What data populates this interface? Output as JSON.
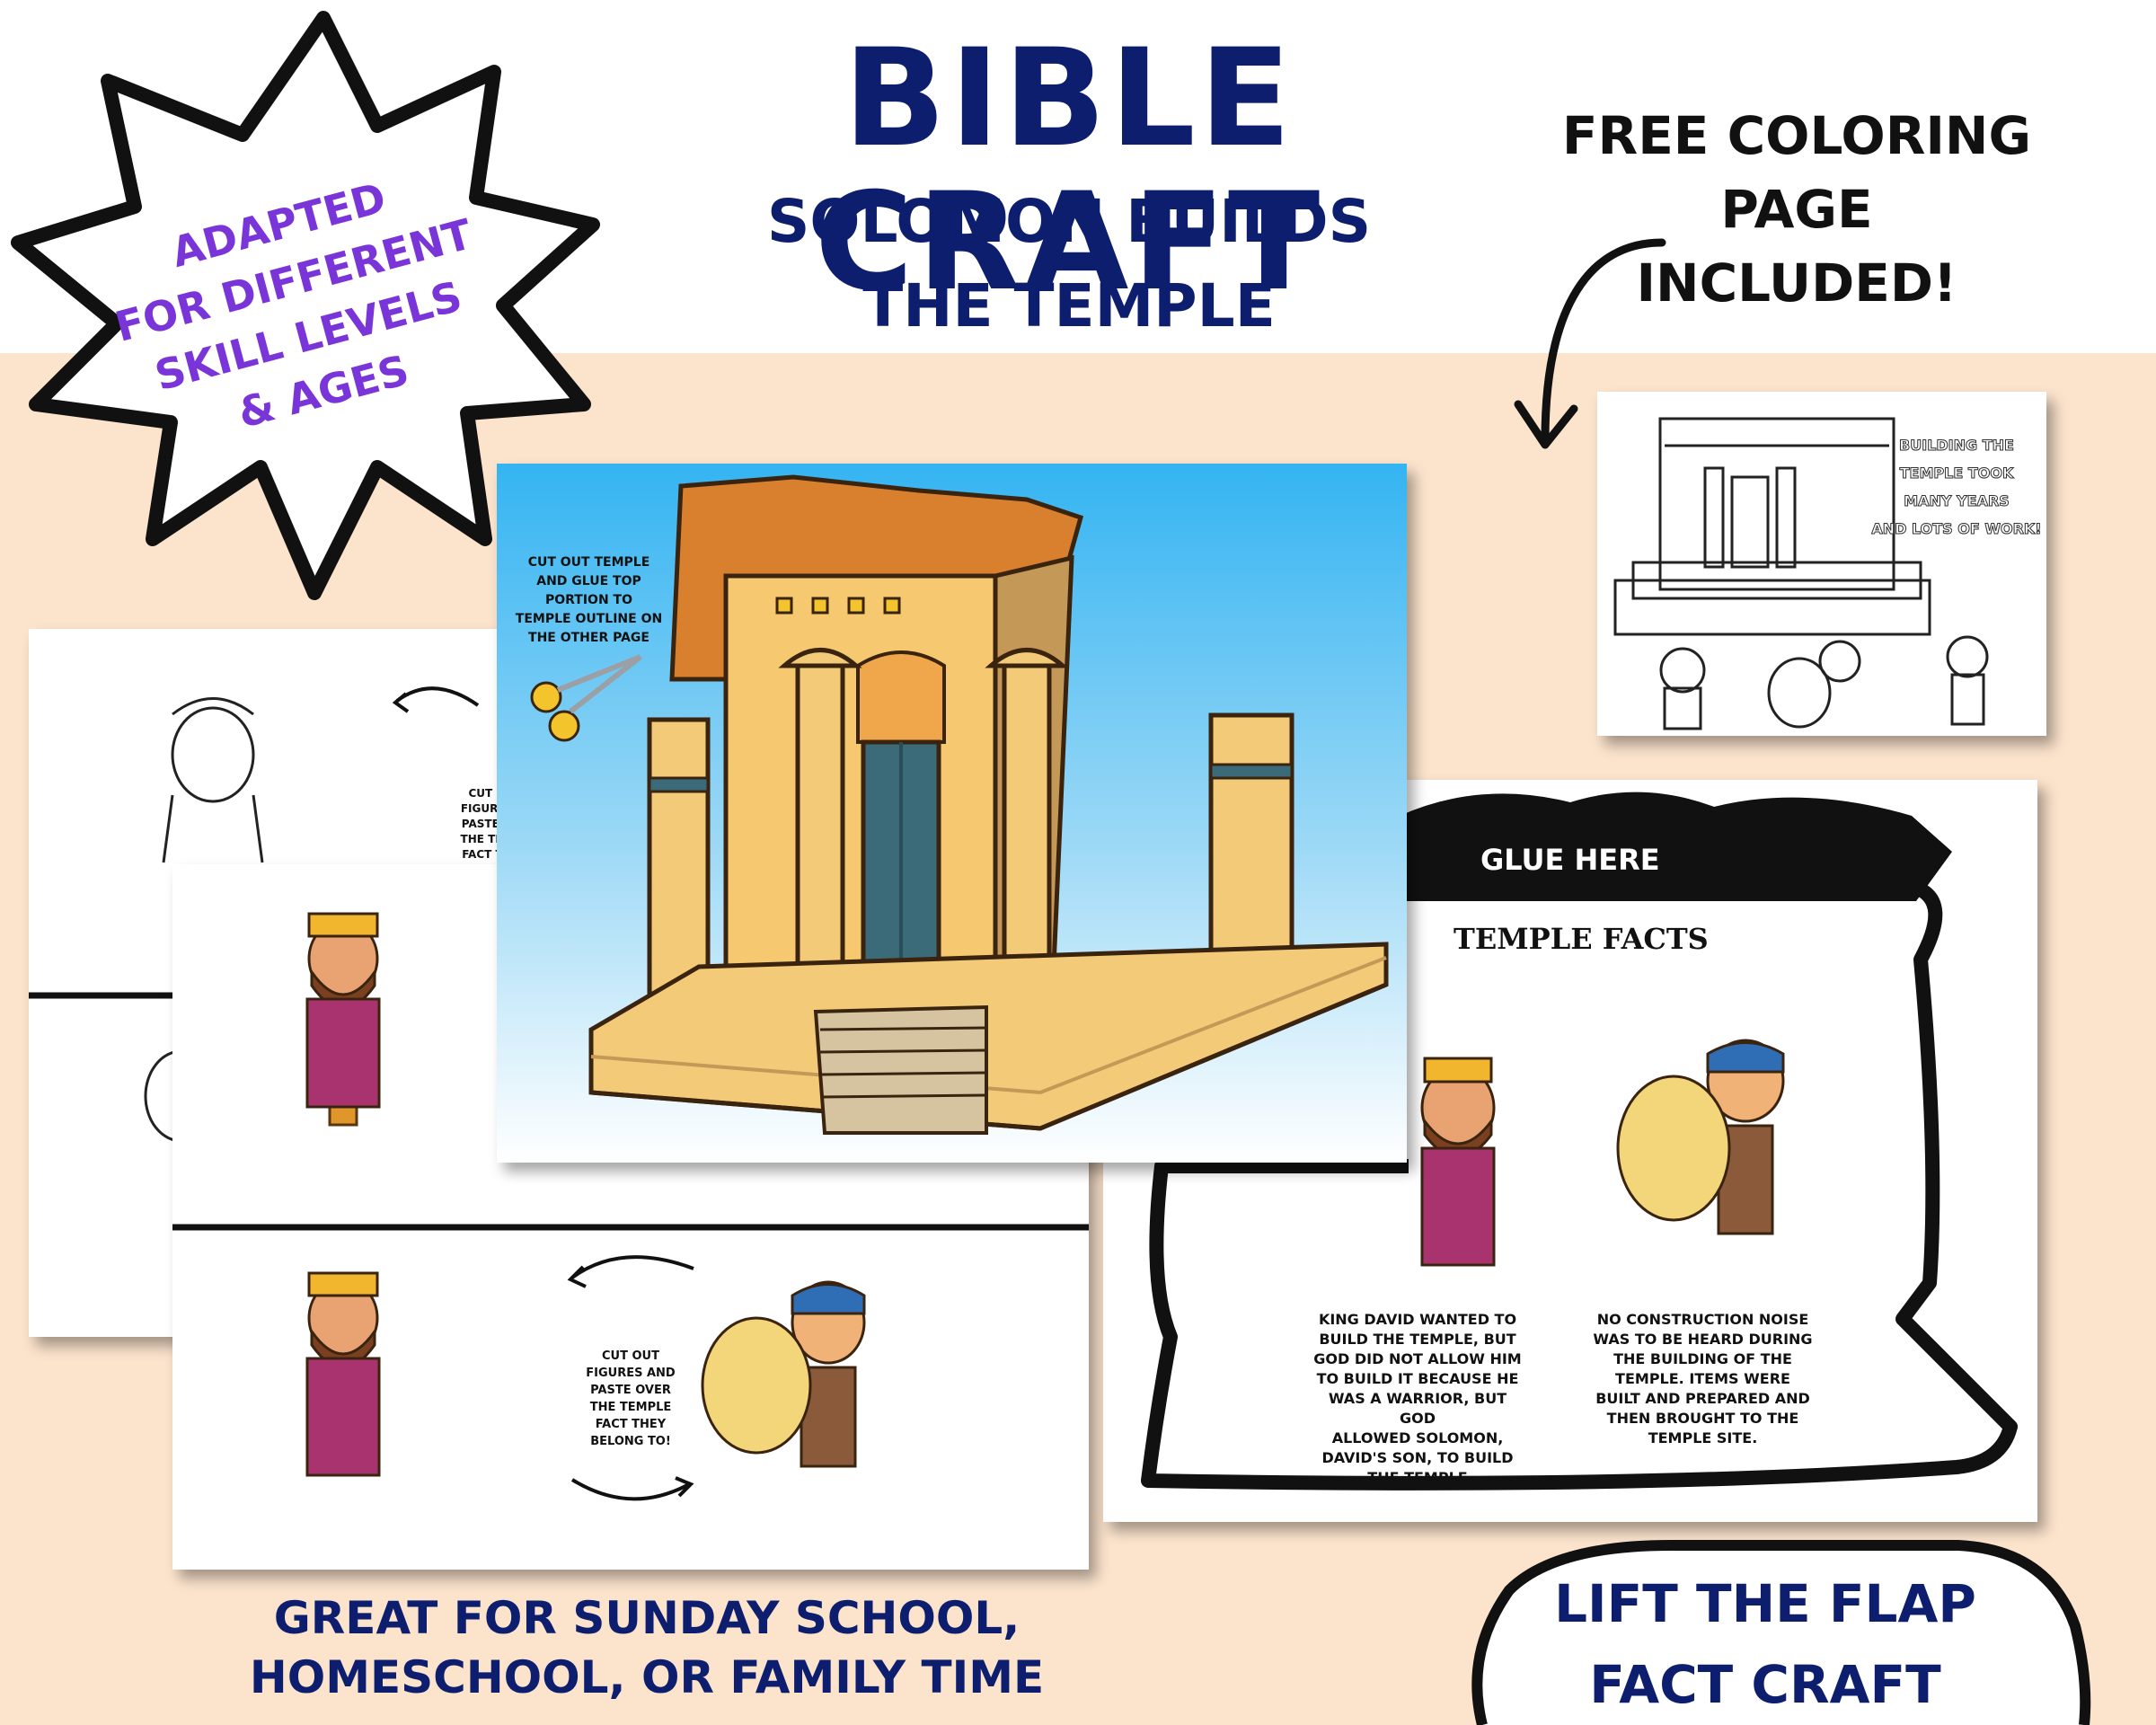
{
  "header": {
    "title": "BIBLE CRAFT",
    "subtitle_line1": "SOLOMON BUILDS",
    "subtitle_line2": "THE TEMPLE"
  },
  "starburst": {
    "lines": [
      "ADAPTED",
      "FOR DIFFERENT",
      "SKILL LEVELS",
      "& AGES"
    ]
  },
  "free_page": {
    "lines": [
      "FREE COLORING",
      "PAGE",
      "INCLUDED!"
    ]
  },
  "coloring_page": {
    "caption": [
      "BUILDING THE",
      "TEMPLE TOOK",
      "MANY YEARS",
      "AND LOTS OF WORK!"
    ]
  },
  "temple_sheet": {
    "instructions": [
      "CUT OUT TEMPLE",
      "AND GLUE TOP",
      "PORTION TO",
      "TEMPLE OUTLINE ON",
      "THE OTHER PAGE"
    ]
  },
  "figures_sheet_back": {
    "instructions": [
      "CUT O",
      "FIGURES",
      "PASTE O",
      "THE TEM",
      "FACT TH"
    ]
  },
  "figures_sheet_front": {
    "instructions": [
      "CUT OUT",
      "FIGURES AND",
      "PASTE OVER",
      "THE TEMPLE",
      "FACT THEY",
      "BELONG TO!"
    ]
  },
  "facts_sheet": {
    "glue_label": "GLUE HERE",
    "heading": "TEMPLE FACTS",
    "fact1": [
      "KING DAVID WANTED TO",
      "BUILD THE TEMPLE, BUT",
      "GOD DID NOT ALLOW HIM",
      "TO BUILD IT BECAUSE HE",
      "WAS A WARRIOR, BUT GOD",
      "ALLOWED SOLOMON,",
      "DAVID'S SON, TO BUILD",
      "THE TEMPLE"
    ],
    "fact2": [
      "NO CONSTRUCTION NOISE",
      "WAS TO BE HEARD DURING",
      "THE BUILDING OF THE",
      "TEMPLE. ITEMS WERE",
      "BUILT AND PREPARED AND",
      "THEN BROUGHT TO THE",
      "TEMPLE SITE."
    ]
  },
  "footer": {
    "left_line1": "GREAT FOR SUNDAY SCHOOL,",
    "left_line2": "HOMESCHOOL, OR FAMILY TIME",
    "right_line1": "LIFT THE FLAP",
    "right_line2": "FACT CRAFT"
  },
  "colors": {
    "navy": "#0d1e6e",
    "purple": "#7a35d9",
    "peach": "#fbe3cc",
    "sky": "#34b4f2"
  }
}
